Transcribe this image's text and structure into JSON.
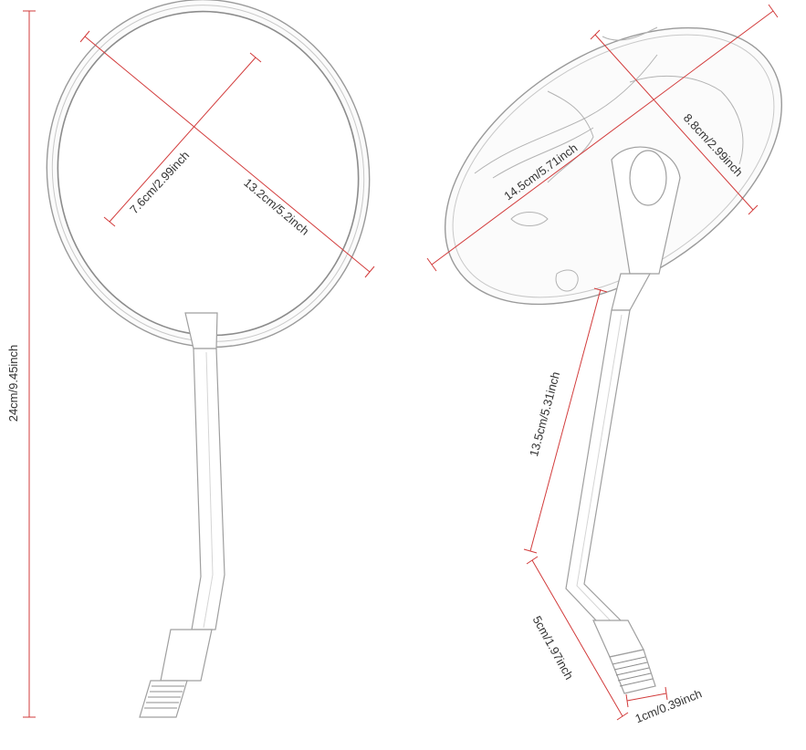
{
  "colors": {
    "dimension_line": "#d23b3b",
    "label_text": "#333333",
    "chrome_outline": "#9a9a9a"
  },
  "left_mirror": {
    "height_label": "24cm/9.45inch",
    "glass_width_label": "7.6cm/2.99inch",
    "glass_length_label": "13.2cm/5.2inch"
  },
  "right_mirror": {
    "head_length_label": "14.5cm/5.71inch",
    "head_width_label": "8.8cm/2.99inch",
    "stem_label": "13.5cm/5.31inch",
    "lower_stem_label": "5cm/1.97inch",
    "thread_label": "1cm/0.39inch"
  }
}
